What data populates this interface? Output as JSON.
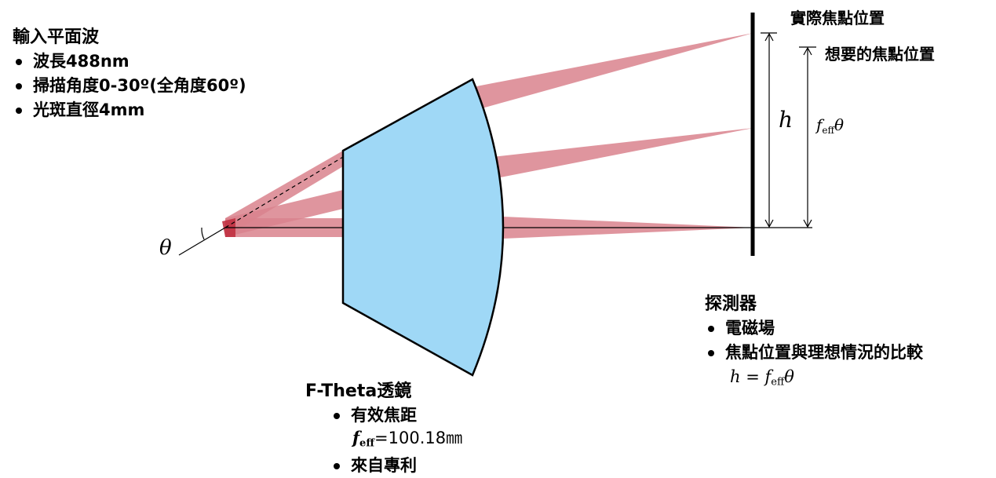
{
  "colors": {
    "beam": "#d9828d",
    "beam_core": "#c03040",
    "lens_fill": "#9fd8f6",
    "ink": "#000000"
  },
  "input_wave": {
    "heading": "輸入平面波",
    "items": [
      "波長488nm",
      "掃描角度0-30º(全角度60º)",
      "光斑直徑4mm"
    ]
  },
  "angle": {
    "symbol": "θ"
  },
  "lens": {
    "heading": "F-Theta透鏡",
    "item_focal": "有效焦距",
    "focal_symbol": "f",
    "focal_sub": "eff",
    "focal_value": "=100.18㎜",
    "item_source": "來自專利"
  },
  "detector": {
    "heading": "探測器",
    "items": [
      "電磁場",
      "焦點位置與理想情況的比較"
    ],
    "eq_h": "h",
    "eq_eq": " = ",
    "eq_f": "f",
    "eq_sub": "eff",
    "eq_theta": "θ"
  },
  "screen_labels": {
    "actual_focus": "實際焦點位置",
    "desired_focus": "想要的焦點位置",
    "h": "h",
    "f": "f",
    "f_sub": "eff",
    "theta": "θ"
  }
}
